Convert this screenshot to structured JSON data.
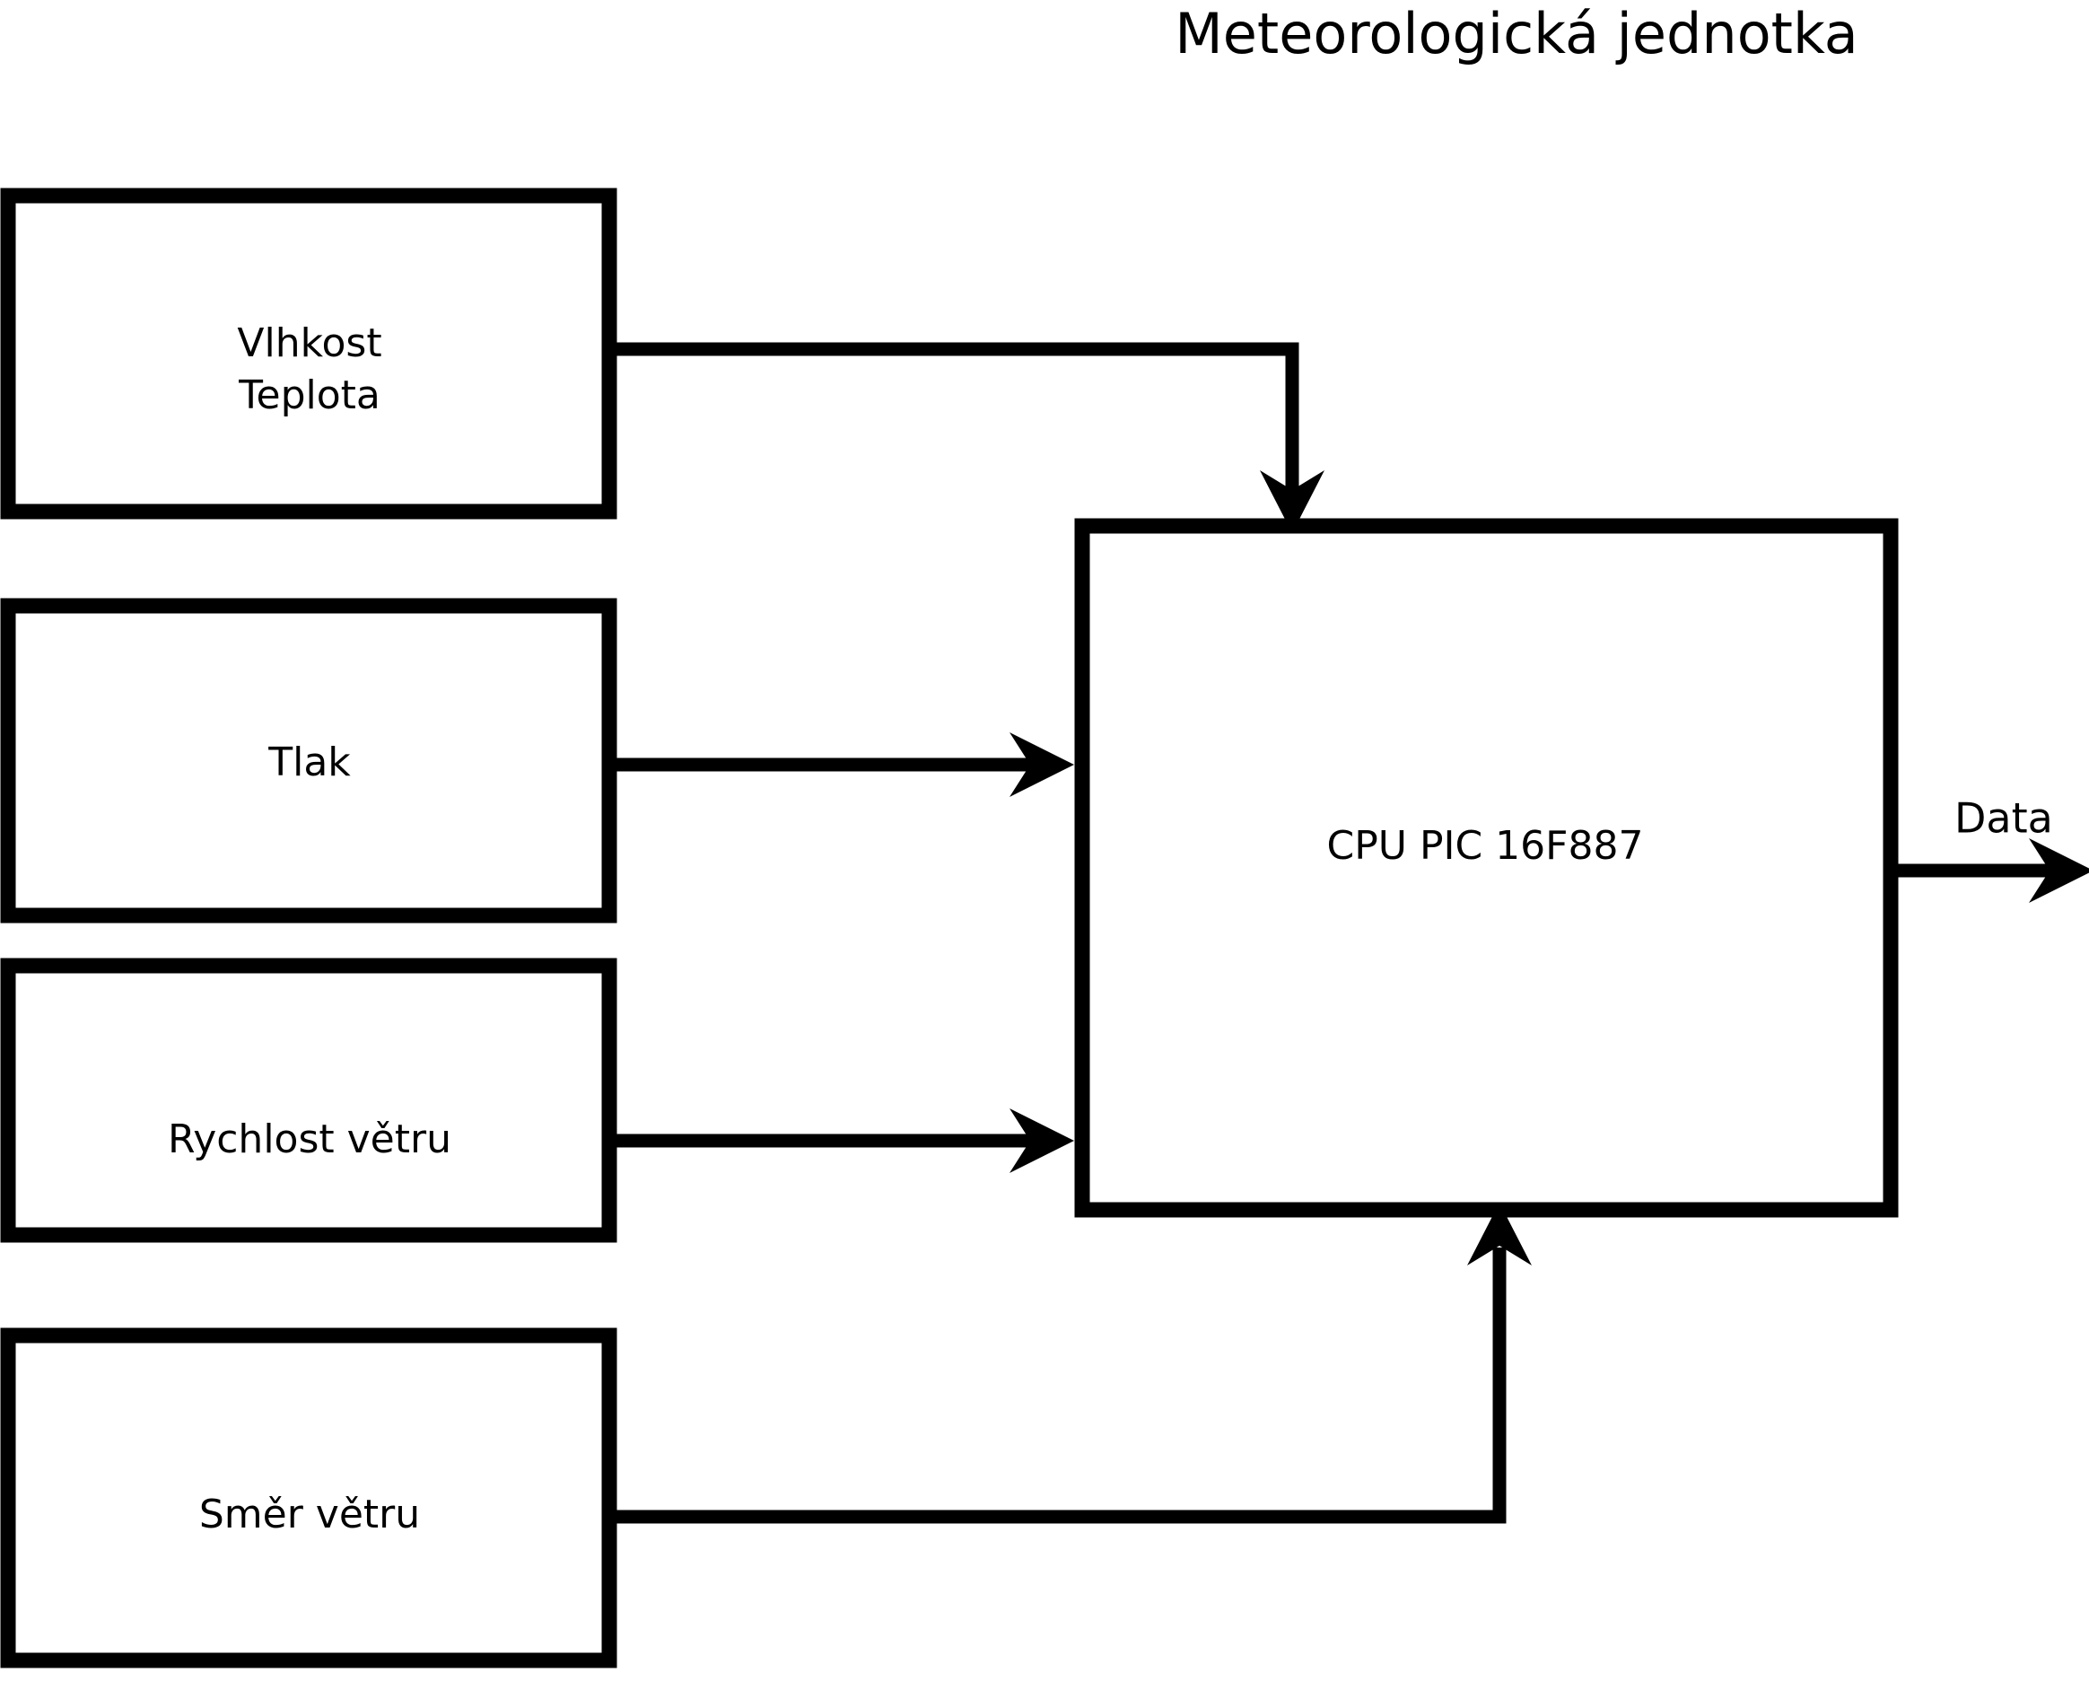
{
  "diagram": {
    "title": "Meteorologická jednotka",
    "blocks": [
      {
        "id": "humidity-temperature",
        "label_line1": "Vlhkost",
        "label_line2": "Teplota"
      },
      {
        "id": "pressure",
        "label_line1": "Tlak",
        "label_line2": ""
      },
      {
        "id": "wind-speed",
        "label_line1": "Rychlost větru",
        "label_line2": ""
      },
      {
        "id": "wind-direction",
        "label_line1": "Směr větru",
        "label_line2": ""
      }
    ],
    "cpu": {
      "id": "cpu",
      "label": "CPU PIC 16F887"
    },
    "output": {
      "id": "data-output",
      "label": "Data"
    },
    "colors": {
      "stroke": "#000000",
      "fill": "#ffffff",
      "text": "#000000"
    }
  }
}
